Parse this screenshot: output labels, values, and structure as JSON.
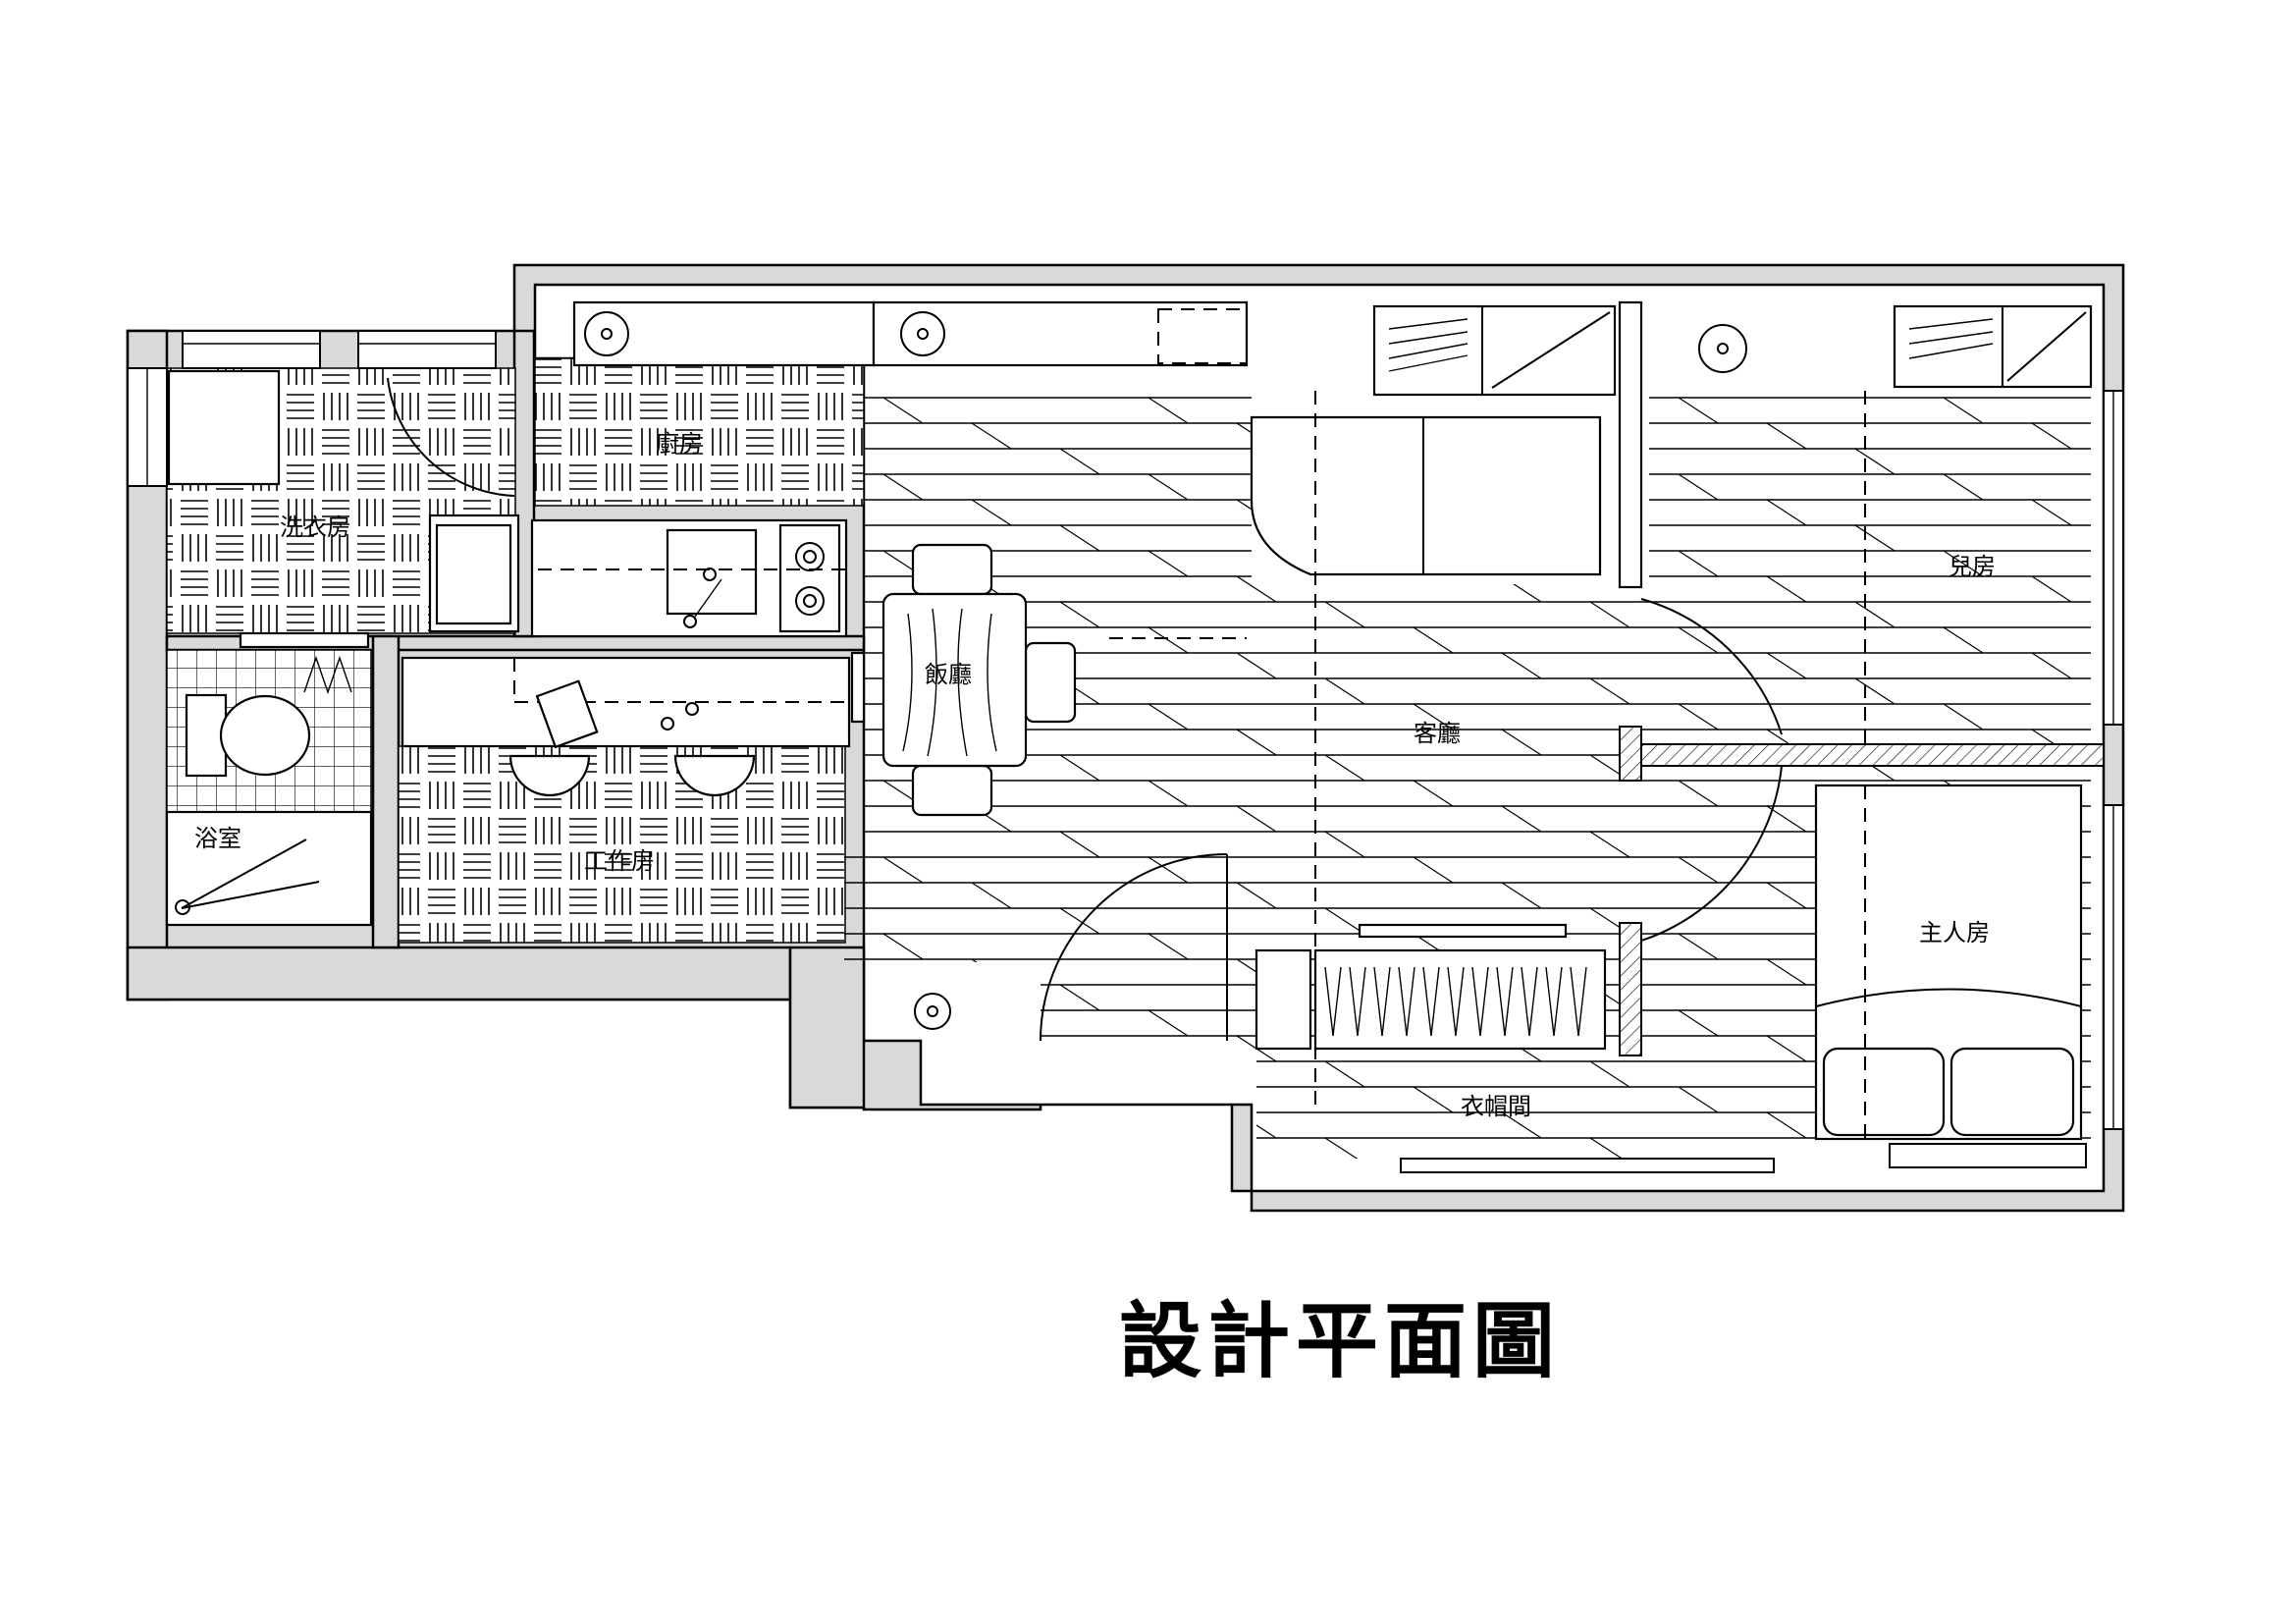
{
  "title": "設計平面圖",
  "rooms": {
    "kitchen": "廚房",
    "laundry": "洗衣房",
    "bathroom": "浴室",
    "study": "工作房",
    "dining": "飯廳",
    "living": "客廳",
    "kids_room": "兒房",
    "master_bedroom": "主人房",
    "walk_in_closet": "衣帽間"
  },
  "colors": {
    "wall_fill": "#d9d9d9",
    "line": "#000000",
    "background": "#ffffff"
  }
}
